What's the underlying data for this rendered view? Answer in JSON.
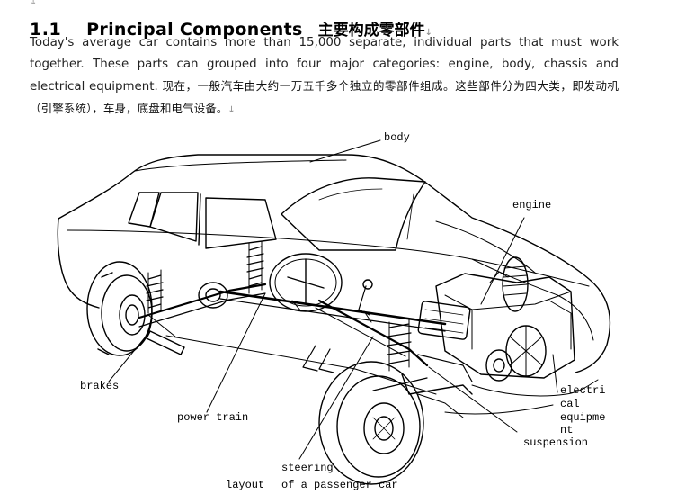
{
  "section": {
    "number": "1.1",
    "title": "Principal Components",
    "title_zh": "主要构成零部件",
    "return_mark": "↓"
  },
  "paragraph": {
    "english": "Today's average car contains more than 15,000 separate, individual parts that must work together. These parts can grouped into four major categories: engine, body, chassis and electrical equipment.",
    "chinese": "现在，一般汽车由大约一万五千多个独立的零部件组成。这些部件分为四大类，即发动机（引擎系统），车身，底盘和电气设备。",
    "return_mark": "↓"
  },
  "figure": {
    "labels": {
      "body": "body",
      "engine": "engine",
      "brakes": "brakes",
      "power_train": "power train",
      "electrical_1": "electri",
      "electrical_2": "cal",
      "electrical_3": "equipme",
      "electrical_4": "nt",
      "suspension": "suspension",
      "steering": "steering",
      "caption_1": "layout",
      "caption_2": "of a passenger car"
    }
  }
}
